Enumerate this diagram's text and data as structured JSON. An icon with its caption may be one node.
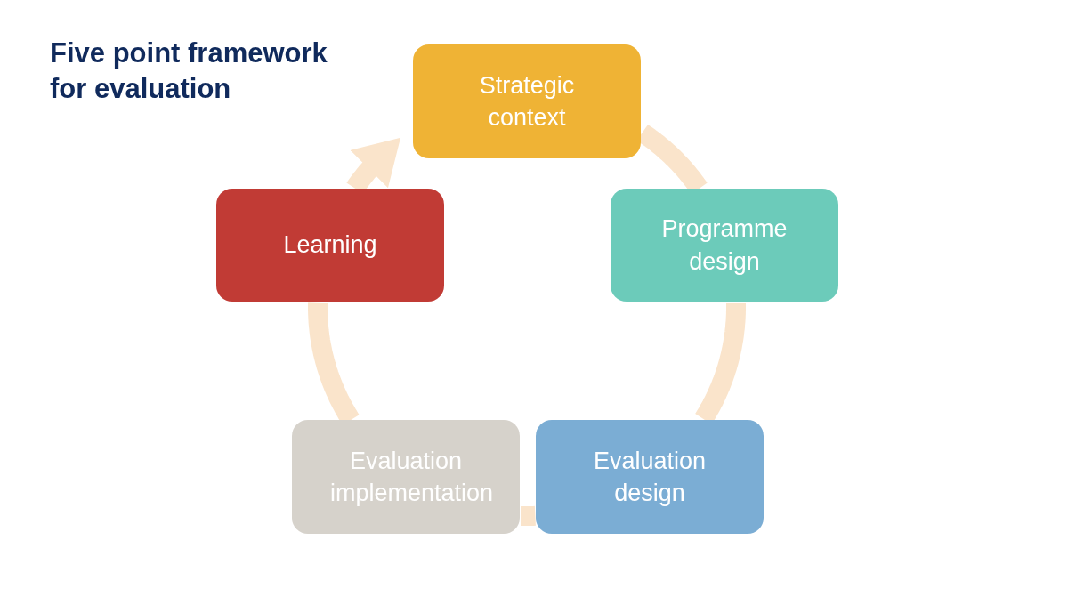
{
  "diagram": {
    "title": "Five point framework for evaluation",
    "nodes": [
      {
        "text": [
          "Strategic context"
        ]
      },
      {
        "text": [
          "Programme design"
        ]
      },
      {
        "text": [
          "Evaluation design"
        ]
      },
      {
        "text": [
          "Evaluation implementation"
        ]
      },
      {
        "text": [
          "Learning"
        ]
      }
    ],
    "edges": [
      {
        "from": 0,
        "to": 1,
        "arrow": "none"
      },
      {
        "from": 1,
        "to": 2,
        "arrow": "none"
      },
      {
        "from": 2,
        "to": 3,
        "arrow": "none"
      },
      {
        "from": 3,
        "to": 4,
        "arrow": "none"
      },
      {
        "from": 4,
        "to": 0,
        "arrow": "to"
      }
    ]
  }
}
